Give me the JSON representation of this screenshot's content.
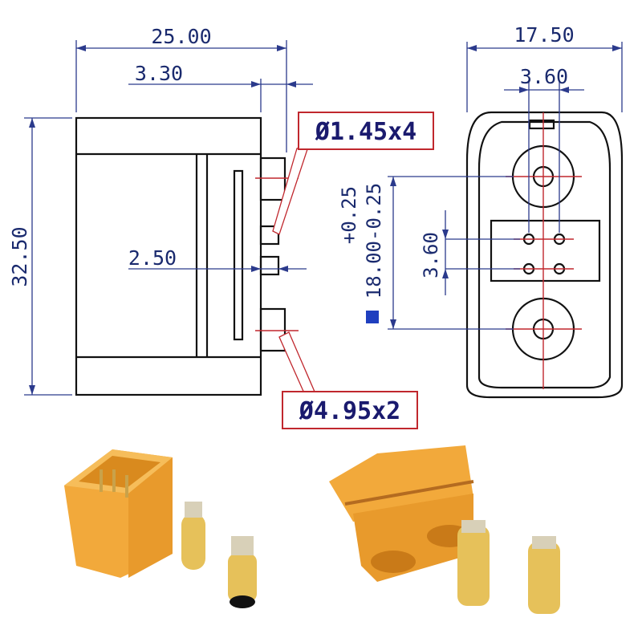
{
  "dimensions": {
    "overall_length": "25.00",
    "pin_offset": "3.30",
    "height": "32.50",
    "small_pin_offset": "2.50",
    "width": "17.50",
    "signal_pitch_h": "3.60",
    "signal_pitch_v": "3.60",
    "power_pitch": "18.00-0.25",
    "power_pitch_tol": "+0.25"
  },
  "callouts": {
    "small_holes": "Ø1.45x4",
    "large_holes": "Ø4.95x2"
  },
  "colors": {
    "dimension": "#2b3a8c",
    "callout_border": "#c0272d",
    "housing": "#f2a93b",
    "contact": "#e6c15a",
    "marker": "#1f3fbf"
  }
}
